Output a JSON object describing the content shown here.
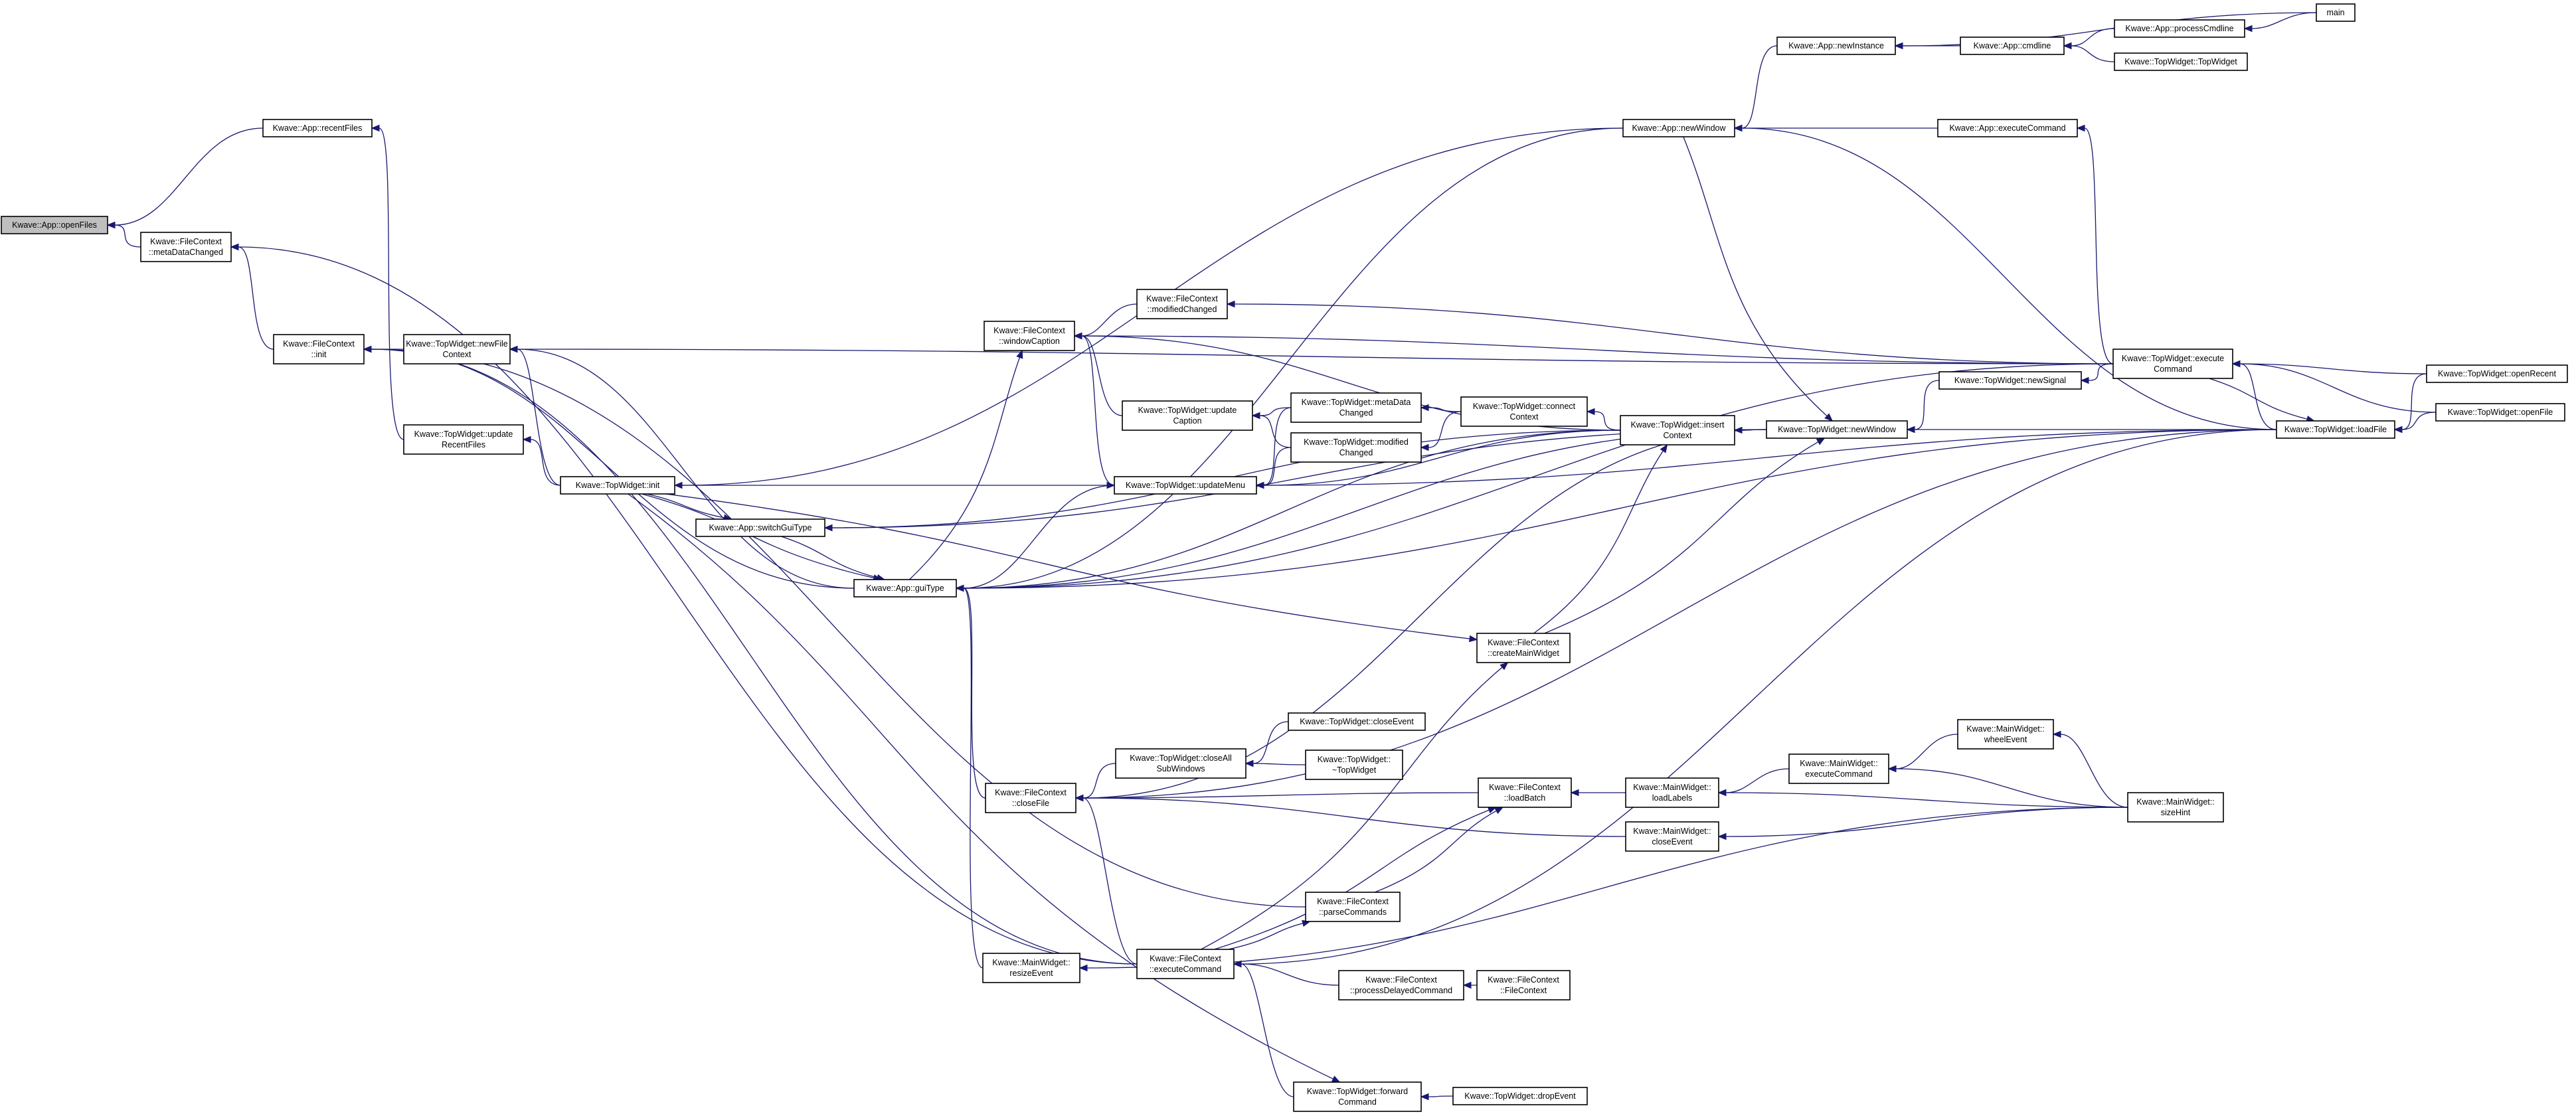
{
  "colors": {
    "node_fill": "#ffffff",
    "root_fill": "#bfbfbf",
    "node_stroke": "#000000",
    "edge": "#191970"
  },
  "nodes": [
    {
      "id": "openFiles",
      "lines": [
        "Kwave::App::openFiles"
      ],
      "root": true
    },
    {
      "id": "metaDataChanged",
      "lines": [
        "Kwave::FileContext",
        "::metaDataChanged"
      ]
    },
    {
      "id": "recentFiles",
      "lines": [
        "Kwave::App::recentFiles"
      ]
    },
    {
      "id": "fcInit",
      "lines": [
        "Kwave::FileContext",
        "::init"
      ]
    },
    {
      "id": "newFileContext",
      "lines": [
        "Kwave::TopWidget::newFile",
        "Context"
      ]
    },
    {
      "id": "updateRecentFiles",
      "lines": [
        "Kwave::TopWidget::update",
        "RecentFiles"
      ]
    },
    {
      "id": "twInit",
      "lines": [
        "Kwave::TopWidget::init"
      ]
    },
    {
      "id": "switchGuiType",
      "lines": [
        "Kwave::App::switchGuiType"
      ]
    },
    {
      "id": "guiType",
      "lines": [
        "Kwave::App::guiType"
      ]
    },
    {
      "id": "windowCaption",
      "lines": [
        "Kwave::FileContext",
        "::windowCaption"
      ]
    },
    {
      "id": "modifiedChanged",
      "lines": [
        "Kwave::FileContext",
        "::modifiedChanged"
      ]
    },
    {
      "id": "updateCaption",
      "lines": [
        "Kwave::TopWidget::update",
        "Caption"
      ]
    },
    {
      "id": "twMetaDataChanged",
      "lines": [
        "Kwave::TopWidget::metaData",
        "Changed"
      ]
    },
    {
      "id": "twModifiedChanged",
      "lines": [
        "Kwave::TopWidget::modified",
        "Changed"
      ]
    },
    {
      "id": "updateMenu",
      "lines": [
        "Kwave::TopWidget::updateMenu"
      ]
    },
    {
      "id": "connectContext",
      "lines": [
        "Kwave::TopWidget::connect",
        "Context"
      ]
    },
    {
      "id": "insertContext",
      "lines": [
        "Kwave::TopWidget::insert",
        "Context"
      ]
    },
    {
      "id": "twNewWindow",
      "lines": [
        "Kwave::TopWidget::newWindow"
      ]
    },
    {
      "id": "createMainWidget",
      "lines": [
        "Kwave::FileContext",
        "::createMainWidget"
      ]
    },
    {
      "id": "appNewWindow",
      "lines": [
        "Kwave::App::newWindow"
      ]
    },
    {
      "id": "newInstance",
      "lines": [
        "Kwave::App::newInstance"
      ]
    },
    {
      "id": "cmdline",
      "lines": [
        "Kwave::App::cmdline"
      ]
    },
    {
      "id": "processCmdline",
      "lines": [
        "Kwave::App::processCmdline"
      ]
    },
    {
      "id": "twTopWidget",
      "lines": [
        "Kwave::TopWidget::TopWidget"
      ]
    },
    {
      "id": "main",
      "lines": [
        "main"
      ]
    },
    {
      "id": "appExecuteCommand",
      "lines": [
        "Kwave::App::executeCommand"
      ]
    },
    {
      "id": "newSignal",
      "lines": [
        "Kwave::TopWidget::newSignal"
      ]
    },
    {
      "id": "twExecuteCommand",
      "lines": [
        "Kwave::TopWidget::execute",
        "Command"
      ]
    },
    {
      "id": "loadFile",
      "lines": [
        "Kwave::TopWidget::loadFile"
      ]
    },
    {
      "id": "openRecent",
      "lines": [
        "Kwave::TopWidget::openRecent"
      ]
    },
    {
      "id": "openFile",
      "lines": [
        "Kwave::TopWidget::openFile"
      ]
    },
    {
      "id": "closeFile",
      "lines": [
        "Kwave::FileContext",
        "::closeFile"
      ]
    },
    {
      "id": "closeAllSubWindows",
      "lines": [
        "Kwave::TopWidget::closeAll",
        "SubWindows"
      ]
    },
    {
      "id": "closeEvent",
      "lines": [
        "Kwave::TopWidget::closeEvent"
      ]
    },
    {
      "id": "twDestructor",
      "lines": [
        "Kwave::TopWidget::",
        "~TopWidget"
      ]
    },
    {
      "id": "loadBatch",
      "lines": [
        "Kwave::FileContext",
        "::loadBatch"
      ]
    },
    {
      "id": "loadLabels",
      "lines": [
        "Kwave::MainWidget::",
        "loadLabels"
      ]
    },
    {
      "id": "mwExecuteCommand",
      "lines": [
        "Kwave::MainWidget::",
        "executeCommand"
      ]
    },
    {
      "id": "wheelEvent",
      "lines": [
        "Kwave::MainWidget::",
        "wheelEvent"
      ]
    },
    {
      "id": "sizeHint",
      "lines": [
        "Kwave::MainWidget::",
        "sizeHint"
      ]
    },
    {
      "id": "mwCloseEvent",
      "lines": [
        "Kwave::MainWidget::",
        "closeEvent"
      ]
    },
    {
      "id": "parseCommands",
      "lines": [
        "Kwave::FileContext",
        "::parseCommands"
      ]
    },
    {
      "id": "resizeEvent",
      "lines": [
        "Kwave::MainWidget::",
        "resizeEvent"
      ]
    },
    {
      "id": "fcExecuteCommand",
      "lines": [
        "Kwave::FileContext",
        "::executeCommand"
      ]
    },
    {
      "id": "processDelayedCommand",
      "lines": [
        "Kwave::FileContext",
        "::processDelayedCommand"
      ]
    },
    {
      "id": "fcFileContext",
      "lines": [
        "Kwave::FileContext",
        "::FileContext"
      ]
    },
    {
      "id": "forwardCommand",
      "lines": [
        "Kwave::TopWidget::forward",
        "Command"
      ]
    },
    {
      "id": "dropEvent",
      "lines": [
        "Kwave::TopWidget::dropEvent"
      ]
    }
  ],
  "edges": [
    [
      "metaDataChanged",
      "openFiles"
    ],
    [
      "recentFiles",
      "openFiles"
    ],
    [
      "fcInit",
      "metaDataChanged"
    ],
    [
      "newFileContext",
      "fcInit"
    ],
    [
      "updateRecentFiles",
      "recentFiles"
    ],
    [
      "twInit",
      "updateRecentFiles"
    ],
    [
      "twInit",
      "newFileContext"
    ],
    [
      "twInit",
      "switchGuiType"
    ],
    [
      "twInit",
      "guiType"
    ],
    [
      "switchGuiType",
      "guiType"
    ],
    [
      "fcExecuteCommand",
      "metaDataChanged"
    ],
    [
      "fcExecuteCommand",
      "fcInit"
    ],
    [
      "guiType",
      "windowCaption"
    ],
    [
      "guiType",
      "newFileContext"
    ],
    [
      "guiType",
      "fcInit"
    ],
    [
      "updateCaption",
      "windowCaption"
    ],
    [
      "modifiedChanged",
      "windowCaption"
    ],
    [
      "updateMenu",
      "windowCaption"
    ],
    [
      "updateMenu",
      "guiType"
    ],
    [
      "twInit",
      "updateMenu"
    ],
    [
      "twMetaDataChanged",
      "updateCaption"
    ],
    [
      "twModifiedChanged",
      "updateCaption"
    ],
    [
      "twMetaDataChanged",
      "updateMenu"
    ],
    [
      "twModifiedChanged",
      "updateMenu"
    ],
    [
      "connectContext",
      "twMetaDataChanged"
    ],
    [
      "connectContext",
      "twModifiedChanged"
    ],
    [
      "insertContext",
      "connectContext"
    ],
    [
      "insertContext",
      "updateMenu"
    ],
    [
      "insertContext",
      "windowCaption"
    ],
    [
      "insertContext",
      "guiType"
    ],
    [
      "insertContext",
      "switchGuiType"
    ],
    [
      "twNewWindow",
      "insertContext"
    ],
    [
      "twNewWindow",
      "guiType"
    ],
    [
      "twNewWindow",
      "switchGuiType"
    ],
    [
      "createMainWidget",
      "insertContext"
    ],
    [
      "createMainWidget",
      "twNewWindow"
    ],
    [
      "twInit",
      "createMainWidget"
    ],
    [
      "appNewWindow",
      "twNewWindow"
    ],
    [
      "appNewWindow",
      "twInit"
    ],
    [
      "appNewWindow",
      "guiType"
    ],
    [
      "newInstance",
      "appNewWindow"
    ],
    [
      "cmdline",
      "newInstance"
    ],
    [
      "processCmdline",
      "cmdline"
    ],
    [
      "twTopWidget",
      "cmdline"
    ],
    [
      "main",
      "newInstance"
    ],
    [
      "main",
      "processCmdline"
    ],
    [
      "appExecuteCommand",
      "appNewWindow"
    ],
    [
      "twExecuteCommand",
      "appExecuteCommand"
    ],
    [
      "twExecuteCommand",
      "windowCaption"
    ],
    [
      "twExecuteCommand",
      "newFileContext"
    ],
    [
      "twExecuteCommand",
      "guiType"
    ],
    [
      "twExecuteCommand",
      "modifiedChanged"
    ],
    [
      "newSignal",
      "twNewWindow"
    ],
    [
      "twExecuteCommand",
      "newSignal"
    ],
    [
      "twExecuteCommand",
      "loadFile"
    ],
    [
      "loadFile",
      "twExecuteCommand"
    ],
    [
      "loadFile",
      "twNewWindow"
    ],
    [
      "loadFile",
      "appNewWindow"
    ],
    [
      "loadFile",
      "updateMenu"
    ],
    [
      "loadFile",
      "closeFile"
    ],
    [
      "loadFile",
      "guiType"
    ],
    [
      "openRecent",
      "loadFile"
    ],
    [
      "openFile",
      "loadFile"
    ],
    [
      "openRecent",
      "twExecuteCommand"
    ],
    [
      "openFile",
      "twExecuteCommand"
    ],
    [
      "closeFile",
      "guiType"
    ],
    [
      "closeAllSubWindows",
      "closeFile"
    ],
    [
      "closeEvent",
      "closeAllSubWindows"
    ],
    [
      "twDestructor",
      "closeAllSubWindows"
    ],
    [
      "twNewWindow",
      "closeFile"
    ],
    [
      "loadBatch",
      "closeFile"
    ],
    [
      "loadLabels",
      "loadBatch"
    ],
    [
      "mwExecuteCommand",
      "loadLabels"
    ],
    [
      "wheelEvent",
      "mwExecuteCommand"
    ],
    [
      "sizeHint",
      "wheelEvent"
    ],
    [
      "sizeHint",
      "mwExecuteCommand"
    ],
    [
      "sizeHint",
      "loadLabels"
    ],
    [
      "mwCloseEvent",
      "closeFile"
    ],
    [
      "sizeHint",
      "mwCloseEvent"
    ],
    [
      "parseCommands",
      "loadBatch"
    ],
    [
      "parseCommands",
      "fcInit"
    ],
    [
      "fcExecuteCommand",
      "parseCommands"
    ],
    [
      "fcExecuteCommand",
      "closeFile"
    ],
    [
      "fcExecuteCommand",
      "createMainWidget"
    ],
    [
      "fcExecuteCommand",
      "loadBatch"
    ],
    [
      "processDelayedCommand",
      "fcExecuteCommand"
    ],
    [
      "fcFileContext",
      "processDelayedCommand"
    ],
    [
      "loadFile",
      "fcExecuteCommand"
    ],
    [
      "forwardCommand",
      "fcExecuteCommand"
    ],
    [
      "dropEvent",
      "forwardCommand"
    ],
    [
      "twInit",
      "forwardCommand"
    ],
    [
      "resizeEvent",
      "guiType"
    ],
    [
      "sizeHint",
      "resizeEvent"
    ]
  ]
}
